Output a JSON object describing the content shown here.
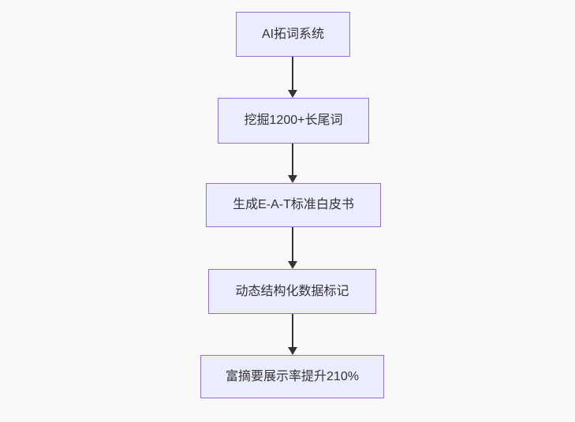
{
  "diagram": {
    "type": "flowchart",
    "direction": "top-down",
    "background_color": "#f9f9f9",
    "node_fill_color": "#ECECFF",
    "node_border_color": "#9370DB",
    "node_text_color": "#333333",
    "arrow_color": "#333333",
    "nodes": [
      {
        "id": "n1",
        "label": "AI拓词系统"
      },
      {
        "id": "n2",
        "label": "挖掘1200+长尾词"
      },
      {
        "id": "n3",
        "label": "生成E-A-T标准白皮书"
      },
      {
        "id": "n4",
        "label": "动态结构化数据标记"
      },
      {
        "id": "n5",
        "label": "富摘要展示率提升210%"
      }
    ],
    "edges": [
      {
        "from": "n1",
        "to": "n2"
      },
      {
        "from": "n2",
        "to": "n3"
      },
      {
        "from": "n3",
        "to": "n4"
      },
      {
        "from": "n4",
        "to": "n5"
      }
    ]
  }
}
